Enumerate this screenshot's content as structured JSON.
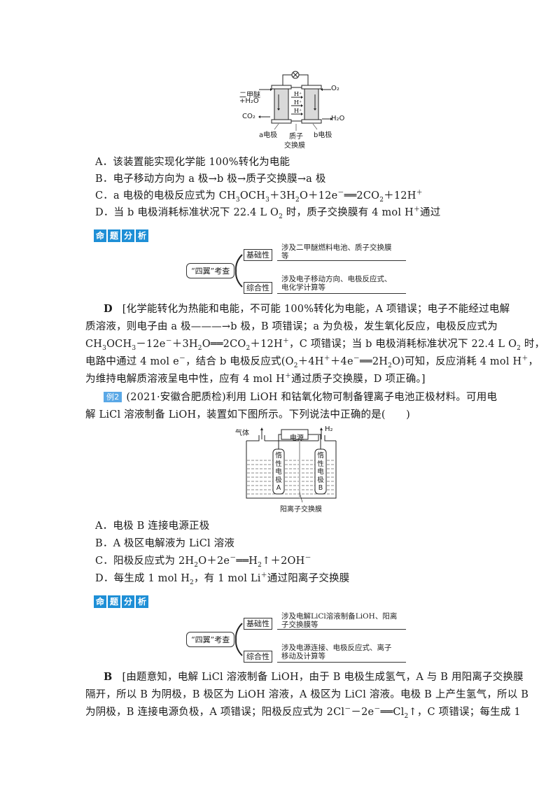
{
  "q1": {
    "figure": {
      "labels": {
        "left_in_1": "二甲醚",
        "left_in_2": "+H₂O",
        "left_out": "CO₂",
        "right_in": "O₂",
        "right_out": "H₂O",
        "ion": "H⁺",
        "electrode_a": "a电极",
        "electrode_b": "b电极",
        "membrane_1": "质子",
        "membrane_2": "交换膜",
        "lamp_icon": "lamp"
      }
    },
    "options": [
      {
        "letter": "A．",
        "text": "该装置能实现化学能 100%转化为电能"
      },
      {
        "letter": "B．",
        "text": "电子移动方向为 a 极→b 极→质子交换膜→a 极"
      },
      {
        "letter": "C．",
        "text_html": "a 电极的电极反应式为 CH<sub>3</sub>OCH<sub>3</sub>＋3H<sub>2</sub>O＋12e<sup>－</sup>══2CO<sub>2</sub>＋12H<sup>＋</sup>"
      },
      {
        "letter": "D．",
        "text_html": "当 b 电极消耗标准状况下 22.4 L O<sub>2</sub> 时，质子交换膜有 4 mol H<sup>＋</sup>通过"
      }
    ],
    "analysis_tag": [
      "命",
      "题",
      "分",
      "析"
    ],
    "mindmap": {
      "root": "“四翼”考查",
      "branches": [
        {
          "label": "基础性",
          "desc_1": "涉及二甲醚燃料电池、质子交换膜",
          "desc_2": "等"
        },
        {
          "label": "综合性",
          "desc_1": "涉及电子移动方向、电极反应式、",
          "desc_2": "电化学计算等"
        }
      ]
    },
    "answer": {
      "letter": "D",
      "lines_html": [
        "[化学能转化为热能和电能，不可能 100%转化为电能，A 项错误；电子不能经过电解",
        "质溶液，则电子由 a 极———→b 极，B 项错误；a 为负极，发生氧化反应，电极反应式为",
        "CH<sub>3</sub>OCH<sub>3</sub>－12e<sup>－</sup>＋3H<sub>2</sub>O══2CO<sub>2</sub>＋12H<sup>＋</sup>，C 项错误；当 b 电极消耗标准状况下 22.4 L O<sub>2</sub> 时，",
        "电路中通过 4 mol e<sup>－</sup>，结合 b 电极反应式(O<sub>2</sub>＋4H<sup>＋</sup>＋4e<sup>－</sup>══2H<sub>2</sub>O)可知，反应消耗 4 mol H<sup>＋</sup>，",
        "为维持电解质溶液呈电中性，应有 4 mol H<sup>＋</sup>通过质子交换膜，D 项正确。]"
      ]
    }
  },
  "q2": {
    "badge": "例2",
    "stem_line_1": "(2021·安徽合肥质检)利用 LiOH 和钴氧化物可制备锂离子电池正极材料。可用电",
    "stem_line_2": "解 LiCl 溶液制备 LiOH，装置如下图所示。下列说法中正确的是(　　)",
    "figure": {
      "power": "电源",
      "gas_left": "气体",
      "gas_right": "H₂",
      "electrode_a": [
        "惰",
        "性",
        "电",
        "极",
        "A"
      ],
      "electrode_b": [
        "惰",
        "性",
        "电",
        "极",
        "B"
      ],
      "membrane": "阳离子交换膜"
    },
    "options": [
      {
        "letter": "A．",
        "text_html": "电极 B 连接电源正极"
      },
      {
        "letter": "B．",
        "text_html": "A 极区电解液为 LiCl 溶液"
      },
      {
        "letter": "C．",
        "text_html": "阳极反应式为 2H<sub>2</sub>O＋2e<sup>－</sup>══H<sub>2</sub>↑＋2OH<sup>－</sup>"
      },
      {
        "letter": "D．",
        "text_html": "每生成 1 mol H<sub>2</sub>，有 1 mol Li<sup>＋</sup>通过阳离子交换膜"
      }
    ],
    "analysis_tag": [
      "命",
      "题",
      "分",
      "析"
    ],
    "mindmap": {
      "root": "“四翼”考查",
      "branches": [
        {
          "label": "基础性",
          "desc_1": "涉及电解LiCl溶液制备LiOH、阳离",
          "desc_2": "子交换膜等"
        },
        {
          "label": "综合性",
          "desc_1": "涉及电源连接、电极反应式、离子",
          "desc_2": "移动及计算等"
        }
      ]
    },
    "answer": {
      "letter": "B",
      "lines_html": [
        "[由题意知，电解 LiCl 溶液制备 LiOH，由于 B 电极生成氢气，A 与 B 用阳离子交换膜",
        "隔开，所以 B 为阴极，B 极区为 LiOH 溶液，A 极区为 LiCl 溶液。电极 B 上产生氢气，所以 B",
        "为阴极，B 连接电源负极，A 项错误；阳极反应式为 2Cl<sup>－</sup>－2e<sup>－</sup>══Cl<sub>2</sub>↑，C 项错误；每生成 1"
      ]
    }
  },
  "colors": {
    "tag_blue": "#1e8fd6",
    "badge_blue": "#5aa8e6",
    "fill_gray": "#d9d9d9"
  }
}
